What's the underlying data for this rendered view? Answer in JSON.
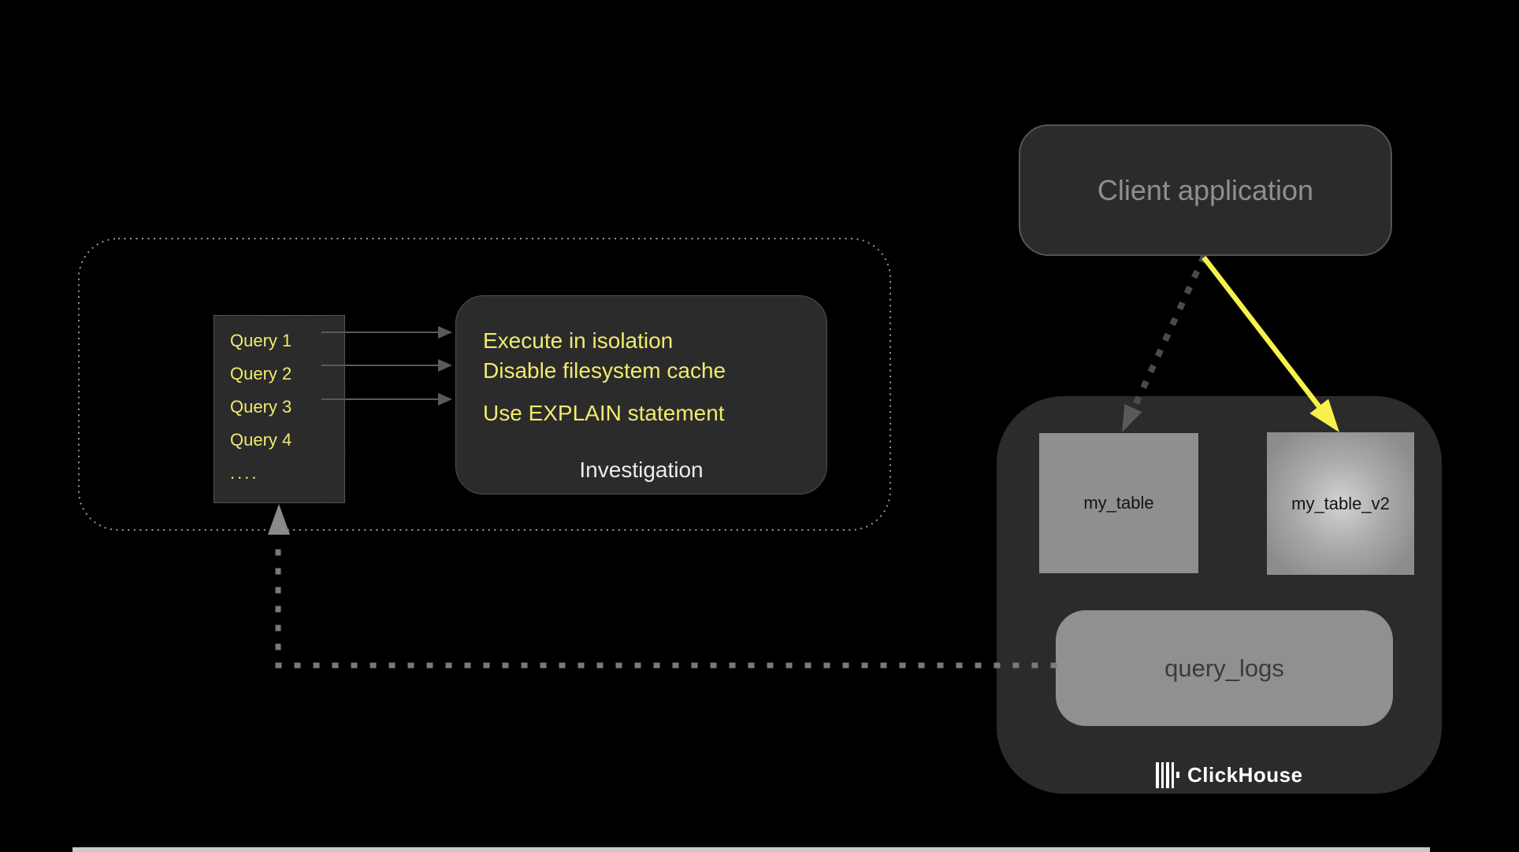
{
  "colors": {
    "background": "#000000",
    "panel_fill": "#2b2b2b",
    "panel_border": "#55554c",
    "light_box": "#8f8f8f",
    "gradient_center": "#d3d3d3",
    "yellow_text": "#f0eb6e",
    "yellow_arrow": "#f6f24b",
    "client_text": "#8f8f8f",
    "table_label": "#141414",
    "logs_label": "#3b3b3b",
    "brand_white": "#ffffff",
    "fine_dots": "#9a9a9a",
    "coarse_dots": "#7a7a7a",
    "dark_dots": "#4a4a4a",
    "connector_gray": "#5a5a5a",
    "bottom_strip": "#c9c9c9"
  },
  "client_box": {
    "label": "Client application"
  },
  "investigation_region": {
    "queries": [
      "Query 1",
      "Query 2",
      "Query 3",
      "Query 4",
      "...."
    ],
    "tips": [
      "Execute in isolation",
      "Disable filesystem cache",
      "Use EXPLAIN statement"
    ],
    "label": "Investigation"
  },
  "clickhouse": {
    "tables": [
      {
        "name": "my_table"
      },
      {
        "name": "my_table_v2"
      }
    ],
    "logs_table": {
      "name": "query_logs"
    },
    "brand": "ClickHouse"
  }
}
